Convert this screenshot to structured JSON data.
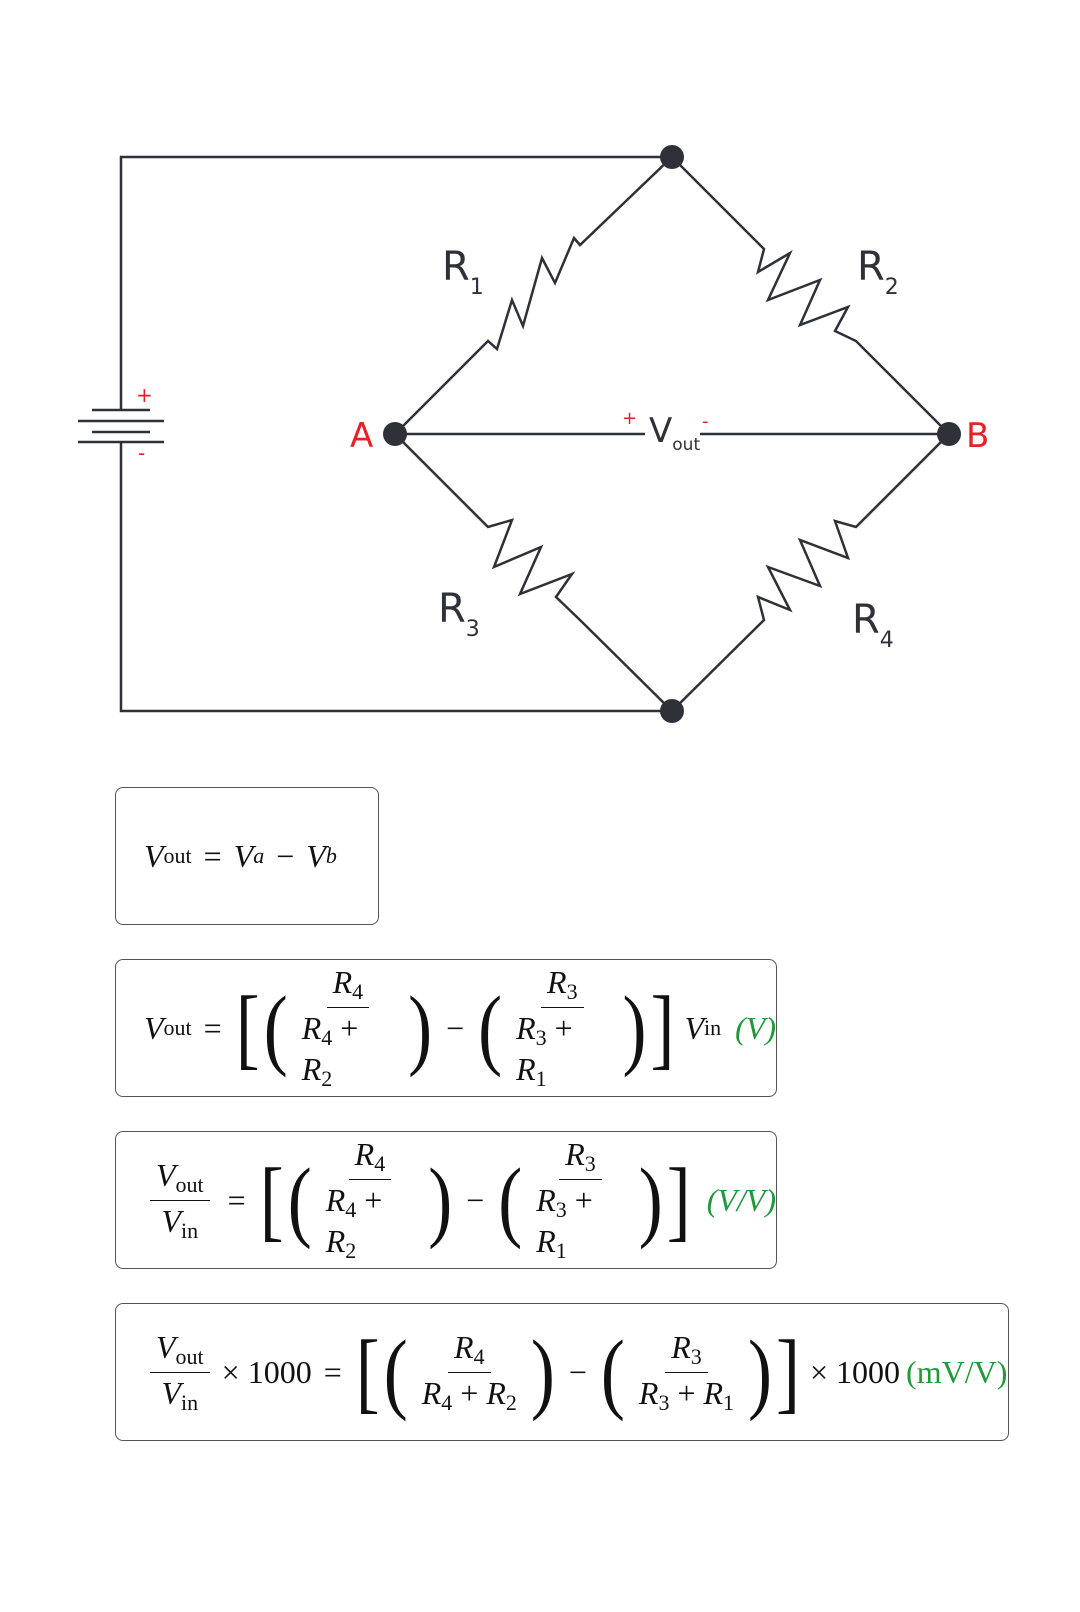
{
  "diagram": {
    "resistors": [
      "R1",
      "R2",
      "R3",
      "R4"
    ],
    "resistor_labels": [
      {
        "main": "R",
        "sub": "1"
      },
      {
        "main": "R",
        "sub": "2"
      },
      {
        "main": "R",
        "sub": "3"
      },
      {
        "main": "R",
        "sub": "4"
      }
    ],
    "node_a": "A",
    "node_b": "B",
    "vout": {
      "main": "V",
      "sub": "out",
      "plus": "+",
      "minus": "-"
    },
    "battery": {
      "plus": "+",
      "minus": "-"
    },
    "colors": {
      "wire": "#2e3137",
      "accent": "#e8202a",
      "unit": "#1f9a3a"
    }
  },
  "equations": {
    "eq1": {
      "lhs": "V",
      "lhs_sub": "out",
      "eq": "=",
      "a": "V",
      "a_sub": "a",
      "minus": "−",
      "b": "V",
      "b_sub": "b"
    },
    "common": {
      "R": "R",
      "s4": "4",
      "s2": "2",
      "s3": "3",
      "s1": "1",
      "plus": "+",
      "minus": "−",
      "eq": "=",
      "lb": "[",
      "rb": "]",
      "lp": "(",
      "rp": ")",
      "out": "out",
      "in": "in",
      "V": "V"
    },
    "eq2_unit": "(V)",
    "eq3_unit": "(V/V)",
    "eq4_times": "× 1000",
    "eq4_unit": "(mV/V)"
  }
}
